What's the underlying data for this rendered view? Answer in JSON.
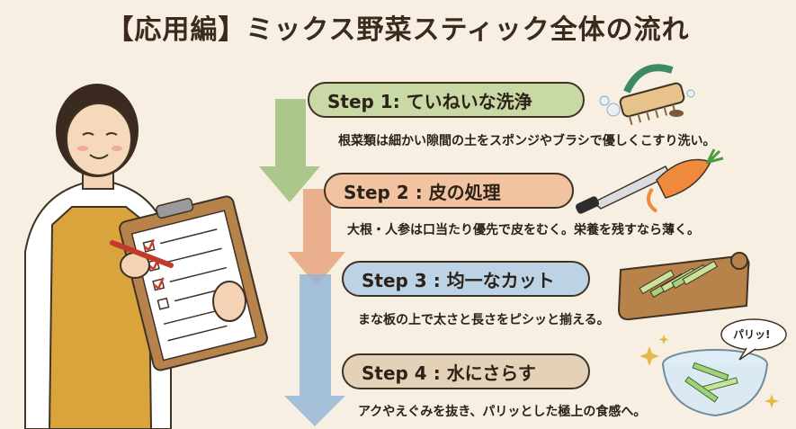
{
  "title": "【応用編】ミックス野菜スティック全体の流れ",
  "steps": [
    {
      "label": "Step 1: ていねいな洗浄",
      "desc": "根菜類は細かい隙間の土をスポンジやブラシで優しくこすり洗い。",
      "color": "#c9d9a6"
    },
    {
      "label": "Step 2 : 皮の処理",
      "desc": "大根・人参は口当たり優先で皮をむく。栄養を残すなら薄く。",
      "color": "#f2c3a0"
    },
    {
      "label": "Step 3 : 均一なカット",
      "desc": "まな板の上で太さと長さをピシッと揃える。",
      "color": "#bcd3e6"
    },
    {
      "label": "Step 4 : 水にさらす",
      "desc": "アクやえぐみを抜き、パリッとした極上の食感へ。",
      "color": "#e3d2b8"
    }
  ],
  "bubble_text": "パリッ!",
  "arrow_colors": [
    "#9fbf7c",
    "#e8a57f",
    "#94b7d6"
  ]
}
